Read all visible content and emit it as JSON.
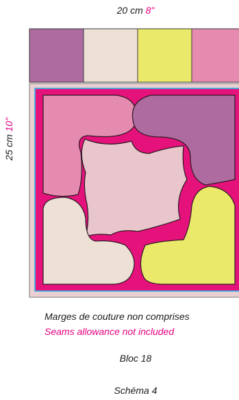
{
  "dimensions": {
    "width_metric": "20 cm",
    "width_imperial": "8\"",
    "height_metric": "25 cm",
    "height_imperial": "10\""
  },
  "colors": {
    "purple": "#ad6b9f",
    "beige": "#ede1d6",
    "yellow": "#eae96a",
    "pink": "#e68bb0",
    "center_pink": "#e9c6cb",
    "magenta_outline": "#e5127b",
    "frame_blue": "#38b4e6",
    "dark_outline": "#2b1b24"
  },
  "swatches": [
    {
      "name": "purple",
      "color": "#ad6b9f"
    },
    {
      "name": "beige",
      "color": "#ede1d6"
    },
    {
      "name": "yellow",
      "color": "#eae96a"
    },
    {
      "name": "pink",
      "color": "#e68bb0"
    }
  ],
  "notes": {
    "fr": "Marges de couture non comprises",
    "en": "Seams allowance not included"
  },
  "block_label": "Bloc 18",
  "scheme_label": "Schéma 4"
}
